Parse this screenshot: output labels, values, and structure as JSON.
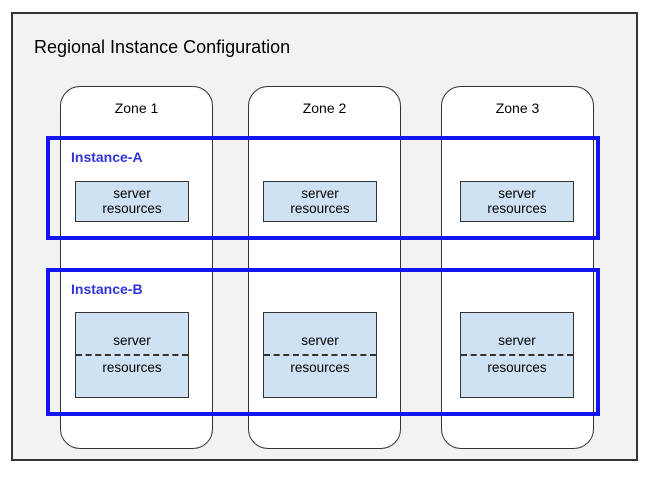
{
  "diagram": {
    "title": "Regional Instance Configuration",
    "zones": [
      {
        "label": "Zone 1"
      },
      {
        "label": "Zone 2"
      },
      {
        "label": "Zone 3"
      }
    ],
    "instances": [
      {
        "label": "Instance-A",
        "resources": [
          {
            "line1": "server",
            "line2": "resources"
          },
          {
            "line1": "server",
            "line2": "resources"
          },
          {
            "line1": "server",
            "line2": "resources"
          }
        ]
      },
      {
        "label": "Instance-B",
        "resources": [
          {
            "line1": "server",
            "line2": "resources"
          },
          {
            "line1": "server",
            "line2": "resources"
          },
          {
            "line1": "server",
            "line2": "resources"
          }
        ]
      }
    ],
    "colors": {
      "region_fill": "#f2f2f2",
      "border_dark": "#333333",
      "instance_border": "#1414f0",
      "instance_label": "#3333db",
      "server_box_fill": "#cfe2f3"
    }
  }
}
